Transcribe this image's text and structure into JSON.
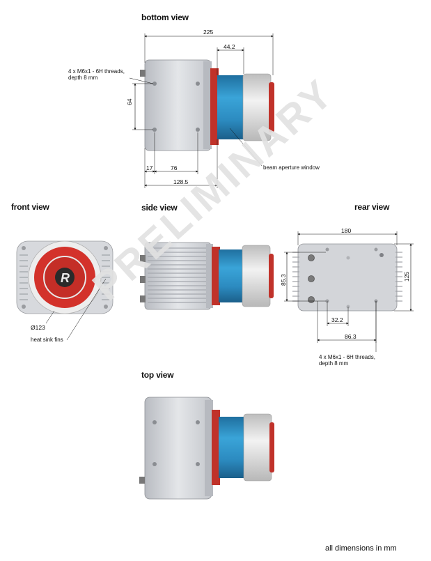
{
  "views": {
    "bottom": "bottom view",
    "front": "front view",
    "side": "side view",
    "rear": "rear view",
    "top": "top view"
  },
  "dimensions": {
    "d225": "225",
    "d44_2": "44.2",
    "d64": "64",
    "d17": "17",
    "d76": "76",
    "d128_5": "128.5",
    "d180": "180",
    "d85_3": "85.3",
    "d125": "125",
    "d32_2": "32.2",
    "d86_3": "86.3",
    "d123": "Ø123"
  },
  "notes": {
    "threads_bottom": [
      "4 x M6x1 - 6H threads,",
      "depth 8 mm"
    ],
    "threads_rear": [
      "4 x M6x1 - 6H threads,",
      "depth 8 mm"
    ],
    "aperture": "beam aperture window",
    "heatsink": "heat sink fins"
  },
  "watermark": "PRELIMINARY",
  "footer": "all dimensions in mm",
  "colors": {
    "housing": "#c9ccd1",
    "blue": "#2f8fc4",
    "red": "#d6342c",
    "ring": "#dcdcdc"
  }
}
